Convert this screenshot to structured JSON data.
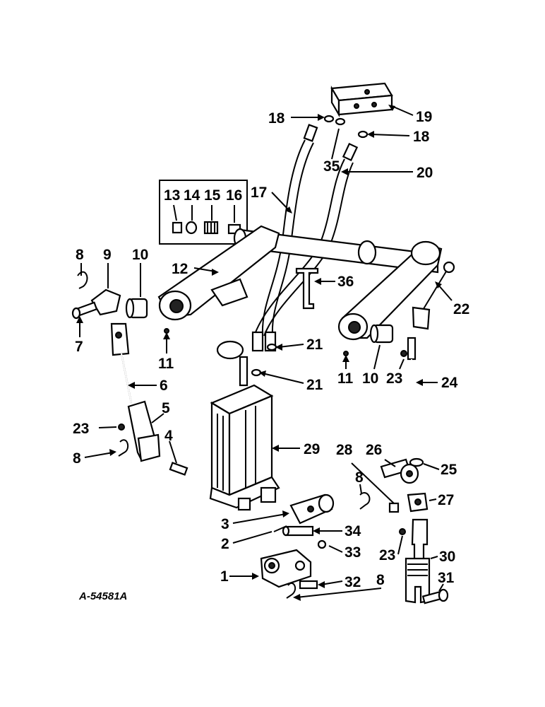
{
  "figure": {
    "reference": "A-54581A"
  },
  "callouts": [
    {
      "id": "c18a",
      "text": "18"
    },
    {
      "id": "c19",
      "text": "19"
    },
    {
      "id": "c18b",
      "text": "18"
    },
    {
      "id": "c35",
      "text": "35"
    },
    {
      "id": "c20",
      "text": "20"
    },
    {
      "id": "c17",
      "text": "17"
    },
    {
      "id": "c13",
      "text": "13"
    },
    {
      "id": "c14",
      "text": "14"
    },
    {
      "id": "c15",
      "text": "15"
    },
    {
      "id": "c16",
      "text": "16"
    },
    {
      "id": "c8a",
      "text": "8"
    },
    {
      "id": "c9",
      "text": "9"
    },
    {
      "id": "c10a",
      "text": "10"
    },
    {
      "id": "c12",
      "text": "12"
    },
    {
      "id": "c36",
      "text": "36"
    },
    {
      "id": "c22",
      "text": "22"
    },
    {
      "id": "c7",
      "text": "7"
    },
    {
      "id": "c11a",
      "text": "11"
    },
    {
      "id": "c21a",
      "text": "21"
    },
    {
      "id": "c21b",
      "text": "21"
    },
    {
      "id": "c11b",
      "text": "11"
    },
    {
      "id": "c10b",
      "text": "10"
    },
    {
      "id": "c23a",
      "text": "23"
    },
    {
      "id": "c24",
      "text": "24"
    },
    {
      "id": "c6",
      "text": "6"
    },
    {
      "id": "c5",
      "text": "5"
    },
    {
      "id": "c23b",
      "text": "23"
    },
    {
      "id": "c4",
      "text": "4"
    },
    {
      "id": "c8b",
      "text": "8"
    },
    {
      "id": "c29",
      "text": "29"
    },
    {
      "id": "c28",
      "text": "28"
    },
    {
      "id": "c26",
      "text": "26"
    },
    {
      "id": "c25",
      "text": "25"
    },
    {
      "id": "c8c",
      "text": "8"
    },
    {
      "id": "c27",
      "text": "27"
    },
    {
      "id": "c3",
      "text": "3"
    },
    {
      "id": "c34",
      "text": "34"
    },
    {
      "id": "c2",
      "text": "2"
    },
    {
      "id": "c33",
      "text": "33"
    },
    {
      "id": "c23c",
      "text": "23"
    },
    {
      "id": "c30",
      "text": "30"
    },
    {
      "id": "c1",
      "text": "1"
    },
    {
      "id": "c32",
      "text": "32"
    },
    {
      "id": "c8d",
      "text": "8"
    },
    {
      "id": "c31",
      "text": "31"
    }
  ]
}
